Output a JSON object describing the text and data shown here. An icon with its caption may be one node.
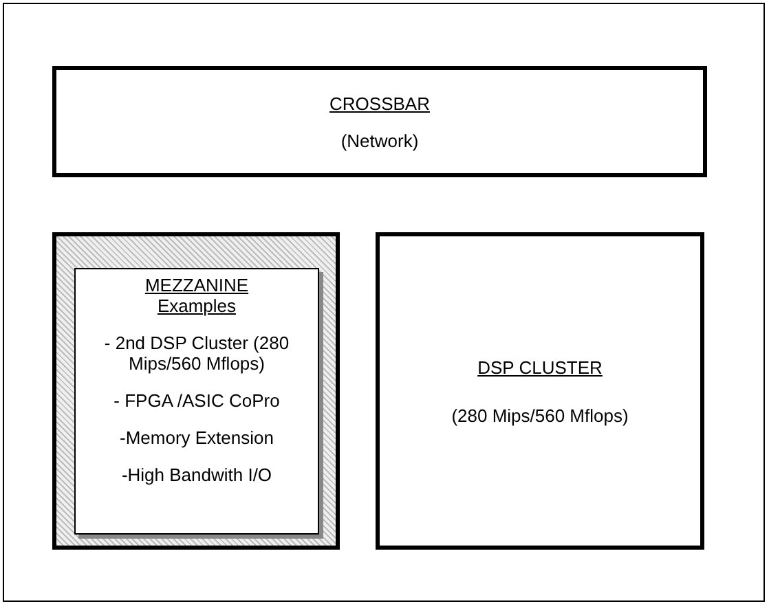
{
  "diagram": {
    "nodes": [
      {
        "text": [
          "CROSSBAR",
          "(Network)"
        ]
      },
      {
        "text": [],
        "shape": "box"
      },
      {
        "text": [
          "MEZZANINE Examples",
          "- 2nd  DSP Cluster (280 Mips/560 Mflops)",
          "- FPGA /ASIC CoPro",
          "-Memory Extension",
          "-High Bandwith I/O"
        ],
        "in": 1
      },
      {
        "text": [
          "DSP CLUSTER",
          "(280 Mips/560 Mflops)"
        ]
      }
    ]
  }
}
